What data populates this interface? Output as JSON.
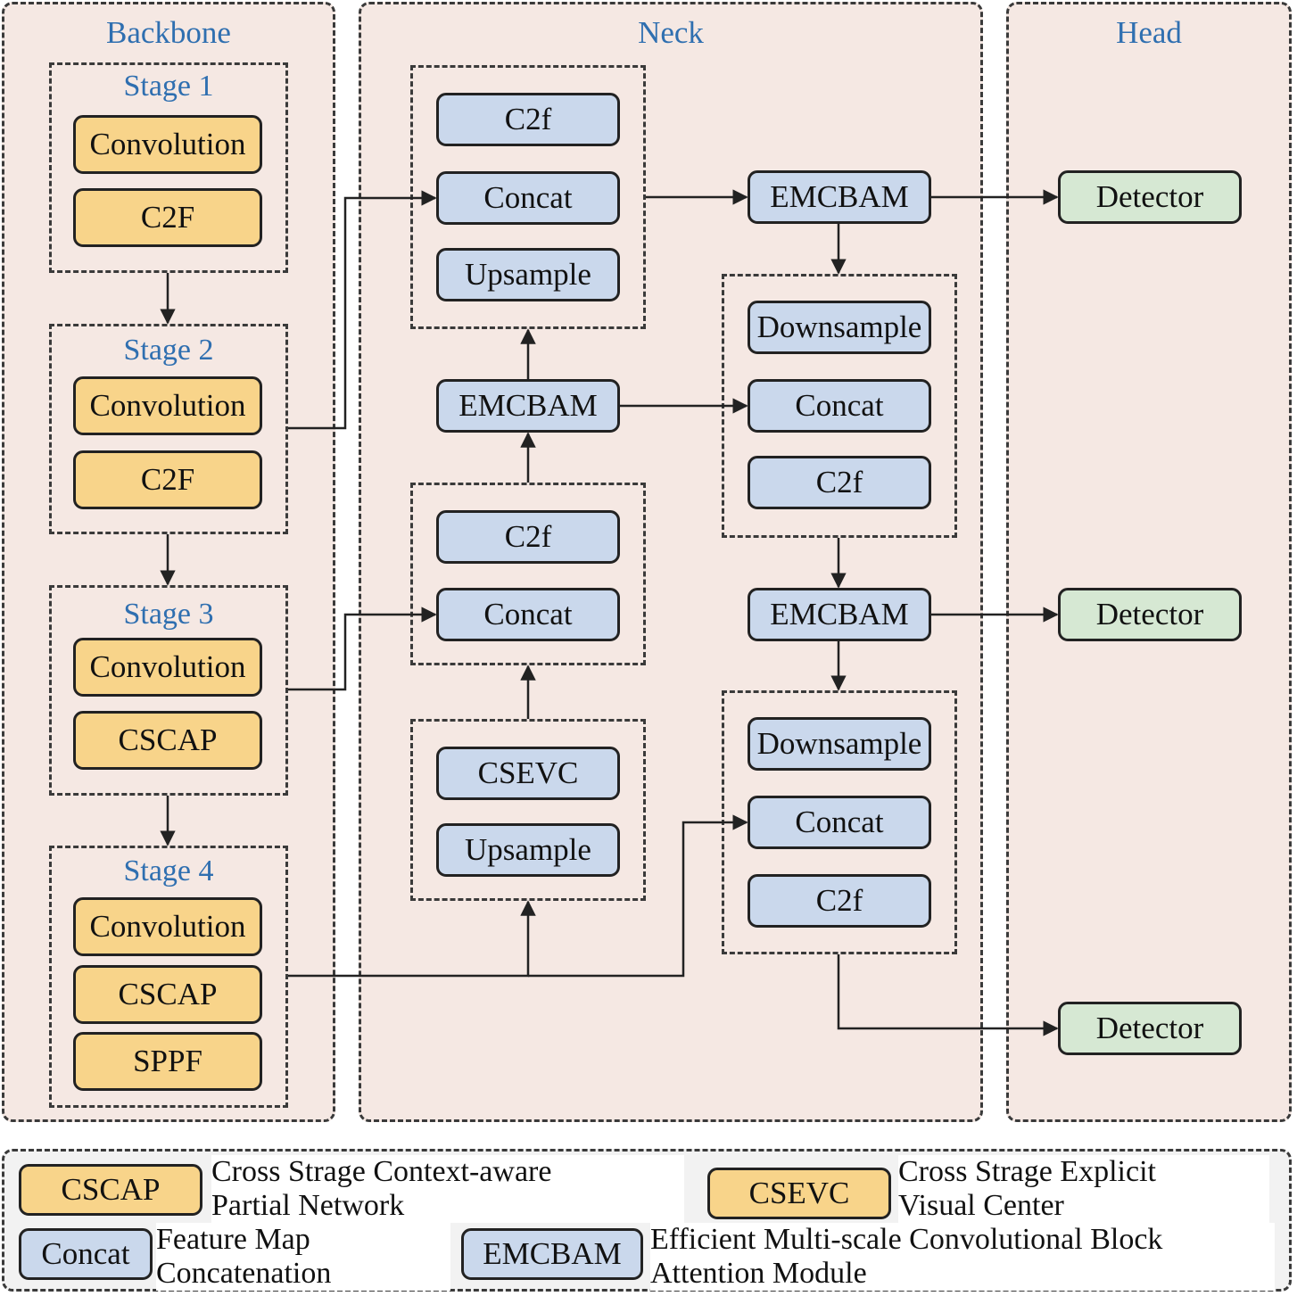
{
  "sections": {
    "backbone": "Backbone",
    "neck": "Neck",
    "head": "Head"
  },
  "backbone": {
    "stage1": {
      "title": "Stage 1",
      "blocks": [
        "Convolution",
        "C2F"
      ]
    },
    "stage2": {
      "title": "Stage 2",
      "blocks": [
        "Convolution",
        "C2F"
      ]
    },
    "stage3": {
      "title": "Stage 3",
      "blocks": [
        "Convolution",
        "CSCAP"
      ]
    },
    "stage4": {
      "title": "Stage 4",
      "blocks": [
        "Convolution",
        "CSCAP",
        "SPPF"
      ]
    }
  },
  "neck": {
    "top_group": [
      "C2f",
      "Concat",
      "Upsample"
    ],
    "emcbam_mid": "EMCBAM",
    "mid_group": [
      "C2f",
      "Concat"
    ],
    "low_group": [
      "CSEVC",
      "Upsample"
    ],
    "emcbam_top_right": "EMCBAM",
    "right_group_1": [
      "Downsample",
      "Concat",
      "C2f"
    ],
    "emcbam_right_mid": "EMCBAM",
    "right_group_2": [
      "Downsample",
      "Concat",
      "C2f"
    ]
  },
  "head": {
    "detectors": [
      "Detector",
      "Detector",
      "Detector"
    ]
  },
  "legend": [
    {
      "key": "CSCAP",
      "desc_line1": "Cross Strage Context-aware",
      "desc_line2": "Partial Network"
    },
    {
      "key": "CSEVC",
      "desc_line1": "Cross Strage Explicit",
      "desc_line2": "Visual Center"
    },
    {
      "key": "Concat",
      "desc_line1": "Feature Map",
      "desc_line2": "Concatenation"
    },
    {
      "key": "EMCBAM",
      "desc_line1": "Efficient Multi-scale Convolutional Block",
      "desc_line2": "Attention Module"
    }
  ],
  "colors": {
    "section_bg": "#f5e8e3",
    "section_title": "#2f6fb0",
    "backbone_block": "#f8d48a",
    "neck_block": "#cad8ec",
    "detector": "#d6e8d3"
  }
}
